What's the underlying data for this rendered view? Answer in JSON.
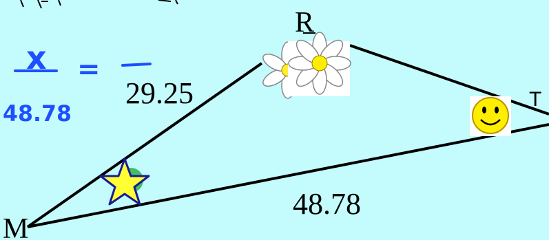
{
  "diagram": {
    "vertices": {
      "r": "R",
      "m": "M",
      "t": "T"
    },
    "side_labels": {
      "mr": "29.25",
      "mt": "48.78"
    },
    "handwritten": {
      "numerator": "x",
      "denominator": "48.78",
      "equals": "="
    },
    "colors": {
      "background": "#c4fbfc",
      "lines": "#000000",
      "ink": "#1e50ff",
      "star": "#ffff33",
      "star_outline": "#1a1a99",
      "smiley": "#ffee00"
    },
    "decorations": [
      "daisy-flower-icon",
      "smiley-face-icon",
      "star-icon"
    ]
  }
}
